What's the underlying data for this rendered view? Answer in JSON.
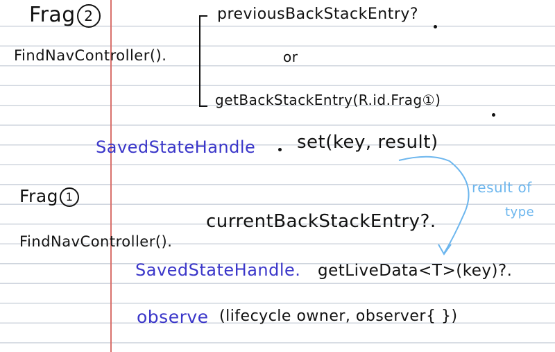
{
  "frag2": {
    "heading_frag": "Frag",
    "heading_num": "2",
    "find_nav": "FindNavController().",
    "previous_entry": "previousBackStackEntry?",
    "or_label": "or",
    "get_entry": "getBackStackEntry(R.id.Frag①)",
    "saved_state_handle": "SavedStateHandle",
    "set_call": "set(key, result)"
  },
  "annotation": {
    "line1": "result of",
    "line2": "type"
  },
  "frag1": {
    "heading_frag": "Frag",
    "heading_num": "1",
    "find_nav": "FindNavController().",
    "current_entry": "currentBackStackEntry?.",
    "saved_state_handle": "SavedStateHandle.",
    "get_live_data": "getLiveData<T>(key)?.",
    "observe": "observe",
    "observe_args": "(lifecycle owner, observer{ })"
  },
  "colors": {
    "ink": "#111111",
    "blue_ink": "#3a36c9",
    "light_blue_ink": "#6cb6ee",
    "margin_red": "#d8706c",
    "rule_line": "#cfd5de"
  }
}
